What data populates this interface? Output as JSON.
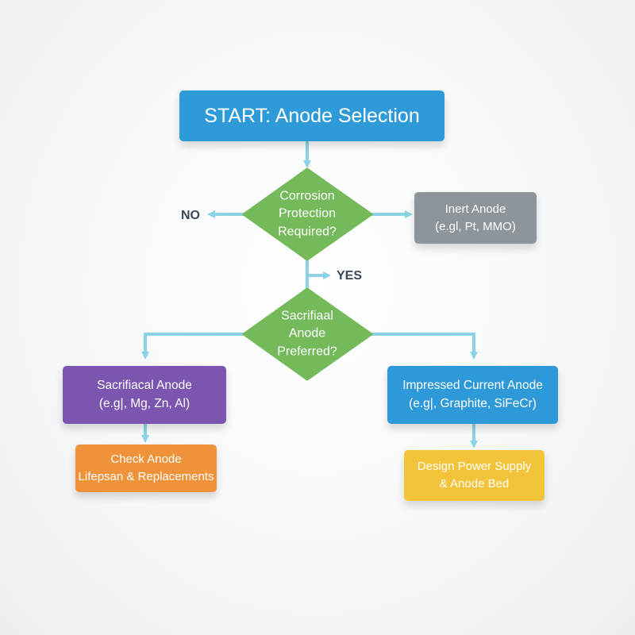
{
  "colors": {
    "connector": "#8ad2e4",
    "start": "#2f9ad8",
    "decision": "#74b95a",
    "inert": "#8d949a",
    "sacrificial": "#7c55b0",
    "impressed": "#2e99d8",
    "check": "#f0923a",
    "design": "#f3c33a"
  },
  "nodes": {
    "start": "START: Anode Selection",
    "decision1": "Corrosion\nProtection\nRequired?",
    "inert": "Inert Anode\n(e.gl, Pt, MMO)",
    "decision2": "Sacrifiaal\nAnode\nPreferred?",
    "sacrificial": "Sacrifiacal Anode\n(e.g|, Mg, Zn, Al)",
    "impressed": "Impressed Current Anode\n(e.g|, Graphite, SiFeCr)",
    "check": "Check Anode\nLifepsan & Replacements",
    "design": "Design Power Supply\n& Anode Bed"
  },
  "labels": {
    "no": "NO",
    "yes": "YES"
  }
}
